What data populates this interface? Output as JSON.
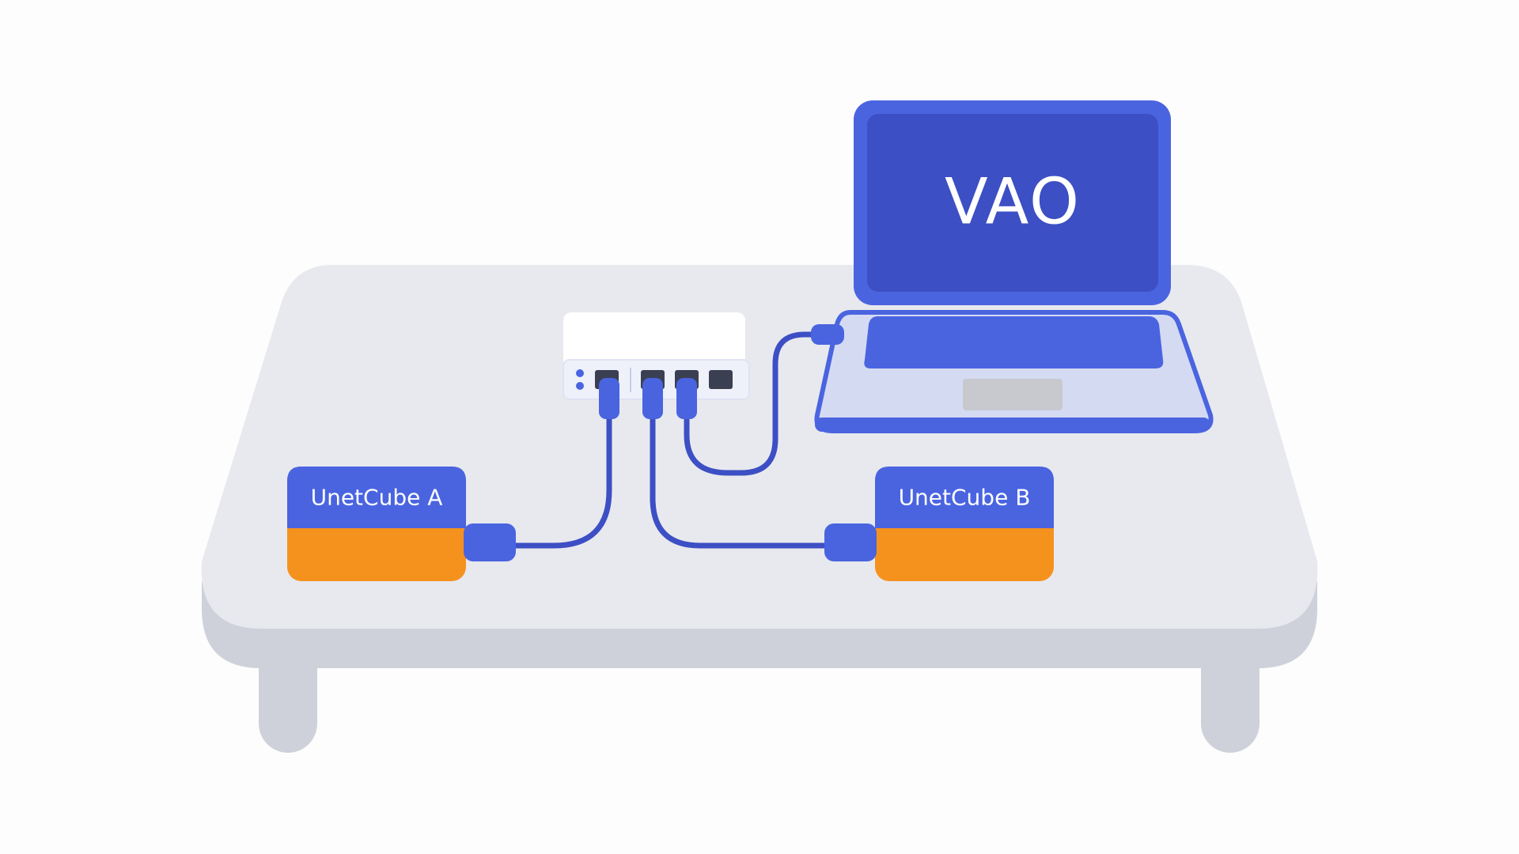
{
  "diagram": {
    "laptop": {
      "screen_text": "VAO"
    },
    "devices": [
      {
        "label": "UnetCube A"
      },
      {
        "label": "UnetCube B"
      }
    ],
    "colors": {
      "background": "#fdfdfd",
      "table_top": "#e8e9ee",
      "table_edge": "#cfd1da",
      "table_leg": "#cfd1da",
      "blue_primary": "#4a64e0",
      "blue_dark": "#3d4fc4",
      "orange": "#f5921e",
      "switch_body": "#ffffff",
      "switch_front": "#eef0fa",
      "port": "#3a3f52",
      "laptop_base": "#d4daf2",
      "trackpad": "#c7c9cf"
    }
  }
}
